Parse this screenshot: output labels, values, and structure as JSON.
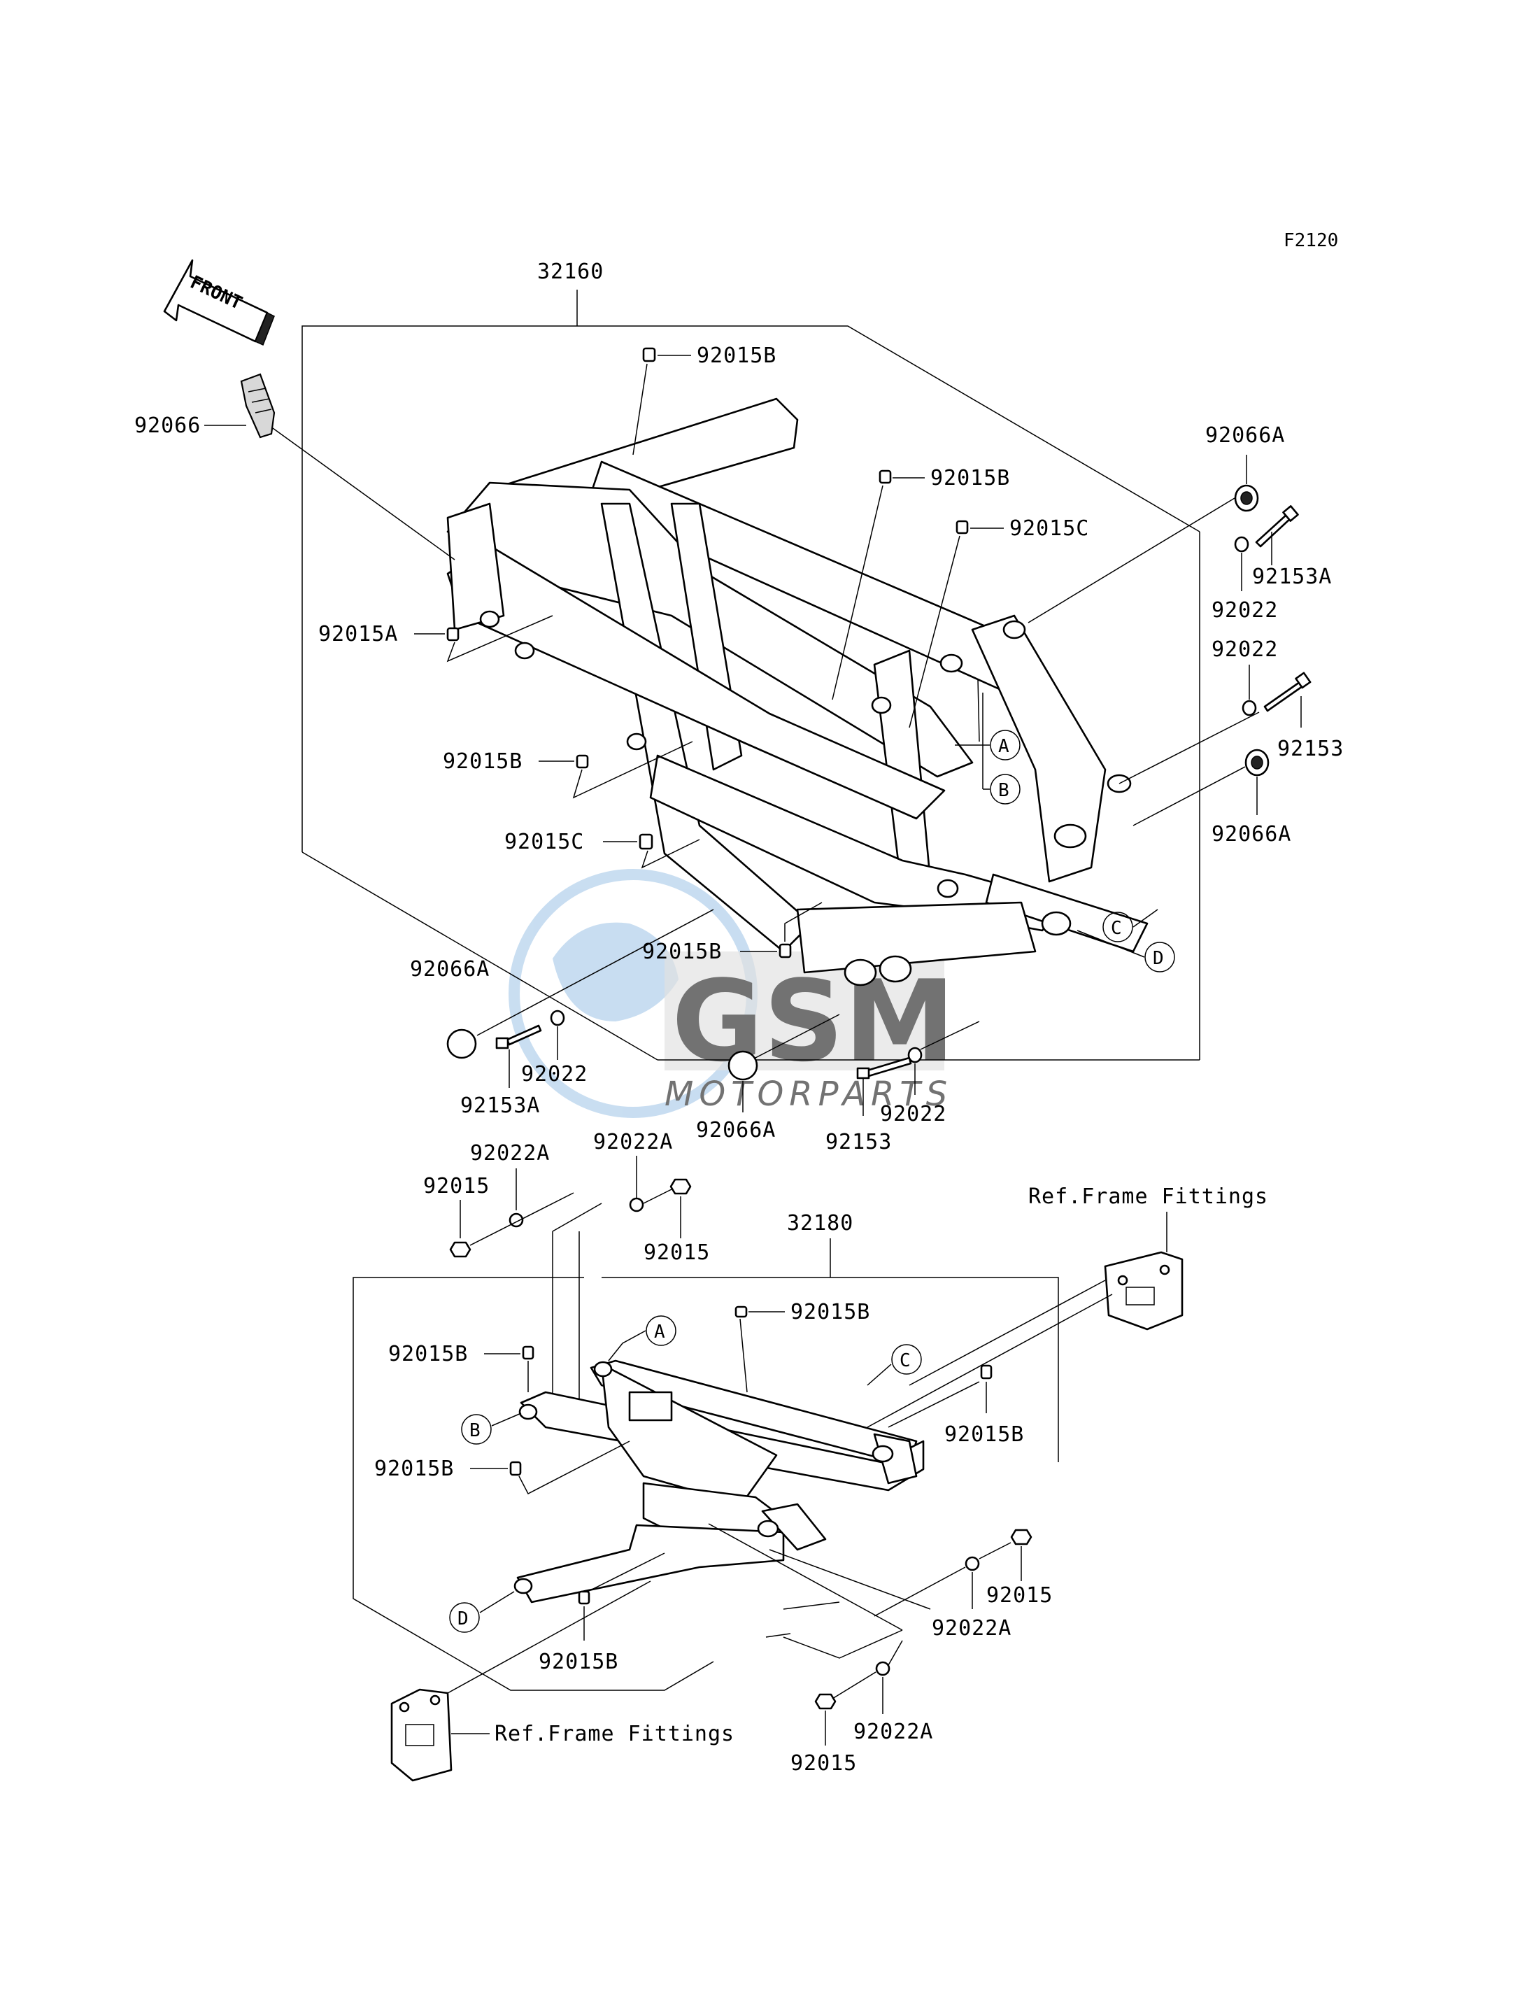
{
  "figure_code": "F2120",
  "front_label": "FRONT",
  "watermark": {
    "brand": "GSM",
    "sub": "MOTORPARTS"
  },
  "refs": {
    "a": "A",
    "b": "B",
    "c": "C",
    "d": "D"
  },
  "labels": {
    "frame_main": "32160",
    "frame_sub": "32180",
    "l_92066": "92066",
    "l_92015B_1": "92015B",
    "l_92015B_2": "92015B",
    "l_92015C_1": "92015C",
    "l_92015A": "92015A",
    "l_92015B_3": "92015B",
    "l_92015C_2": "92015C",
    "l_92015B_4": "92015B",
    "l_92066A_1": "92066A",
    "l_92022_1": "92022",
    "l_92153A_1": "92153A",
    "l_92022_2": "92022",
    "l_92153_1": "92153",
    "l_92066A_2": "92066A",
    "l_92066A_3": "92066A",
    "l_92153A_2": "92153A",
    "l_92022_3": "92022",
    "l_92066A_4": "92066A",
    "l_92153_2": "92153",
    "l_92022_4": "92022",
    "l_92022A_1": "92022A",
    "l_92015_1": "92015",
    "l_92022A_2": "92022A",
    "l_92015_2": "92015",
    "l_ref_1": "Ref.Frame Fittings",
    "l_92015B_5": "92015B",
    "l_92015B_6": "92015B",
    "l_92015B_7": "92015B",
    "l_92015B_8": "92015B",
    "l_92015B_9": "92015B",
    "l_92015_3": "92015",
    "l_92022A_3": "92022A",
    "l_92022A_4": "92022A",
    "l_92015_4": "92015",
    "l_ref_2": "Ref.Frame Fittings"
  },
  "colors": {
    "line": "#000000",
    "watermark_blue": "#9cc3e6",
    "watermark_gray": "#c9c9c9"
  }
}
